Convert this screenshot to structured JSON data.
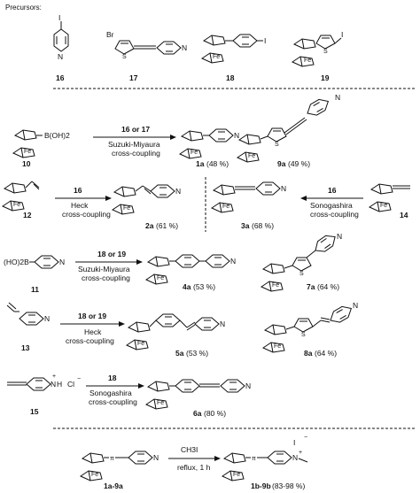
{
  "header": {
    "precursors_label": "Precursors:"
  },
  "precursors": [
    {
      "id": "16",
      "label": "16"
    },
    {
      "id": "17",
      "label": "17",
      "atom": "Br"
    },
    {
      "id": "18",
      "label": "18",
      "atom": "Fe"
    },
    {
      "id": "19",
      "label": "19",
      "atom": "Fe"
    }
  ],
  "atoms": {
    "N": "N",
    "I": "I",
    "S": "S",
    "Fe": "Fe",
    "Cl": "Cl",
    "H": "H",
    "plus": "+",
    "minus": "−"
  },
  "reactions": [
    {
      "row": 1,
      "reactant": {
        "label": "10",
        "group": "B(OH)2"
      },
      "reagent": "16 or 17",
      "conditions": [
        "Suzuki-Miyaura",
        "cross-coupling"
      ],
      "products": [
        {
          "label": "1a",
          "yield": "(48 %)"
        },
        {
          "label": "9a",
          "yield": "(49 %)"
        }
      ]
    },
    {
      "row": 2,
      "reactant": {
        "label": "12"
      },
      "reagent": "16",
      "conditions": [
        "Heck",
        "cross-coupling"
      ],
      "products": [
        {
          "label": "2a",
          "yield": "(61 %)"
        }
      ]
    },
    {
      "row": 2,
      "reactant": {
        "label": "14"
      },
      "reagent": "16",
      "conditions": [
        "Sonogashira",
        "cross-coupling"
      ],
      "products": [
        {
          "label": "3a",
          "yield": "(68 %)"
        }
      ]
    },
    {
      "row": 3,
      "reactant": {
        "label": "11",
        "group": "(HO)2B"
      },
      "reagent": "18 or 19",
      "conditions": [
        "Suzuki-Miyaura",
        "cross-coupling"
      ],
      "products": [
        {
          "label": "4a",
          "yield": "(53 %)"
        },
        {
          "label": "7a",
          "yield": "(64 %)"
        }
      ]
    },
    {
      "row": 4,
      "reactant": {
        "label": "13"
      },
      "reagent": "18 or 19",
      "conditions": [
        "Heck",
        "cross-coupling"
      ],
      "products": [
        {
          "label": "5a",
          "yield": "(53 %)"
        },
        {
          "label": "8a",
          "yield": "(64 %)"
        }
      ]
    },
    {
      "row": 5,
      "reactant": {
        "label": "15"
      },
      "reagent": "18",
      "conditions": [
        "Sonogashira",
        "cross-coupling"
      ],
      "products": [
        {
          "label": "6a",
          "yield": "(80 %)"
        }
      ]
    },
    {
      "row": 6,
      "reactant": {
        "label": "1a-9a",
        "linker": "π"
      },
      "reagent": "CH3I",
      "conditions": [
        "reflux, 1 h"
      ],
      "products": [
        {
          "label": "1b-9b",
          "yield": "(83-98 %)",
          "linker": "π"
        }
      ]
    }
  ]
}
